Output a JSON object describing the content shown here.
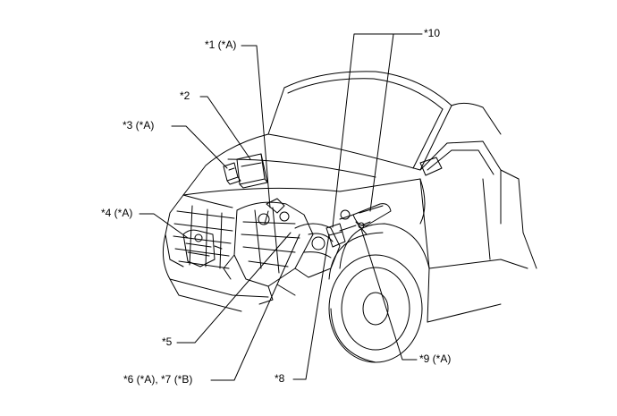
{
  "diagram": {
    "callouts": {
      "c1": "*1 (*A)",
      "c2": "*2",
      "c3": "*3 (*A)",
      "c4": "*4 (*A)",
      "c5": "*5",
      "c67": "*6 (*A), *7 (*B)",
      "c8": "*8",
      "c9": "*9 (*A)",
      "c10": "*10"
    },
    "colors": {
      "line": "#000000",
      "background": "#ffffff"
    }
  }
}
